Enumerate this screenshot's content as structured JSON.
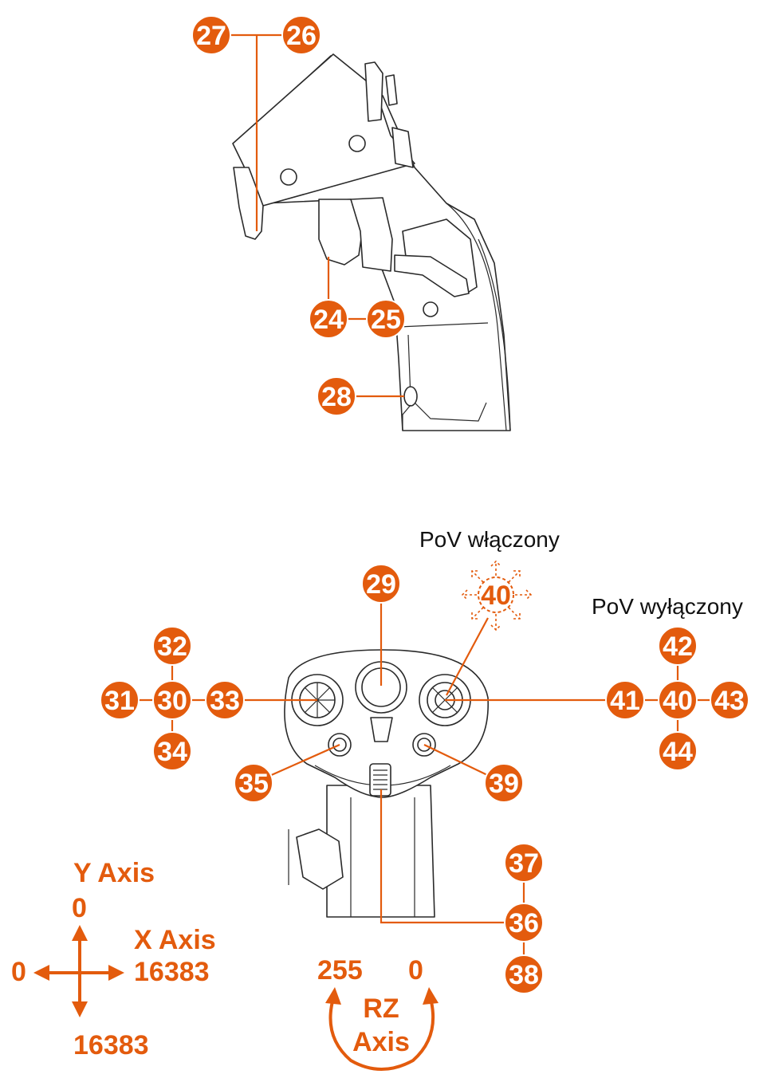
{
  "labels": {
    "pov_on": "PoV włączony",
    "pov_off": "PoV wyłączony"
  },
  "axes": {
    "y_title": "Y Axis",
    "y_top": "0",
    "y_bottom": "16383",
    "x_title": "X Axis",
    "x_left": "0",
    "x_right": "16383",
    "rz_left": "255",
    "rz_right": "0",
    "rz_line1": "RZ",
    "rz_line2": "Axis"
  },
  "buttons": {
    "b24": "24",
    "b25": "25",
    "b26": "26",
    "b27": "27",
    "b28": "28",
    "b29": "29",
    "b30": "30",
    "b31": "31",
    "b32": "32",
    "b33": "33",
    "b34": "34",
    "b35": "35",
    "b36": "36",
    "b37": "37",
    "b38": "38",
    "b39": "39",
    "b40_pov": "40",
    "b40": "40",
    "b41": "41",
    "b42": "42",
    "b43": "43",
    "b44": "44"
  },
  "colors": {
    "accent": "#e35b0d",
    "line": "#2a2a2a",
    "background": "#ffffff"
  }
}
